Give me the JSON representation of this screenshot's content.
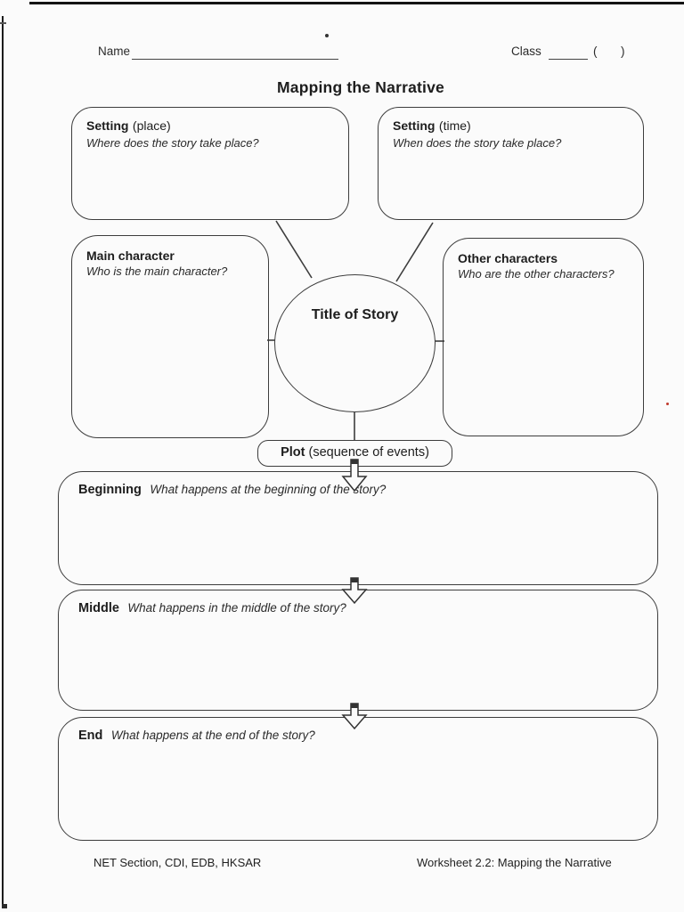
{
  "header": {
    "name_label": "Name",
    "class_label": "Class",
    "paren_open": "(",
    "paren_close": ")"
  },
  "title": "Mapping the Narrative",
  "map": {
    "setting_place": {
      "title": "Setting",
      "subtitle": "(place)",
      "question": "Where does the story take place?"
    },
    "setting_time": {
      "title": "Setting",
      "subtitle": "(time)",
      "question": "When does the story take place?"
    },
    "main_character": {
      "title": "Main character",
      "question": "Who is the main character?"
    },
    "other_characters": {
      "title": "Other characters",
      "question": "Who are the other characters?"
    },
    "center": {
      "title": "Title of Story"
    },
    "plot": {
      "title": "Plot",
      "subtitle": "(sequence of events)"
    }
  },
  "sequence": [
    {
      "title": "Beginning",
      "question": "What happens at the beginning of the story?"
    },
    {
      "title": "Middle",
      "question": "What happens in the middle of the story?"
    },
    {
      "title": "End",
      "question": "What happens at the end of the story?"
    }
  ],
  "footer": {
    "left": "NET Section, CDI, EDB, HKSAR",
    "right": "Worksheet 2.2: Mapping the Narrative"
  },
  "colors": {
    "ink": "#222222",
    "border": "#3d3d3d",
    "paper": "#fbfbfb"
  }
}
